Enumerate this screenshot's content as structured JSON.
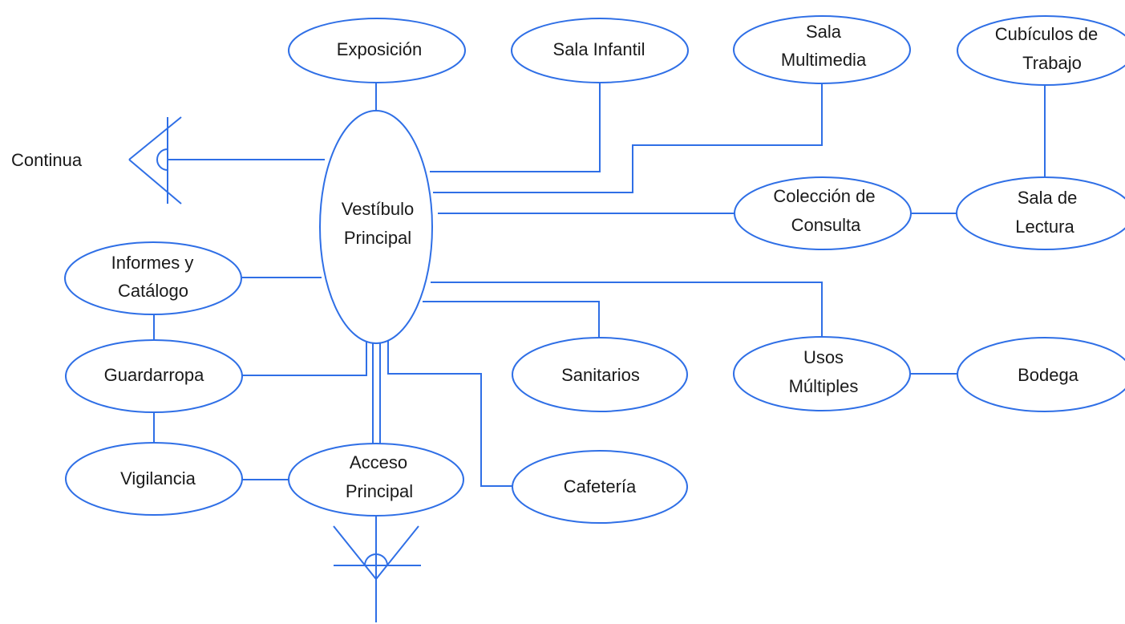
{
  "diagram": {
    "accent_color": "#2f6fe6",
    "text_color": "#1a1a1a",
    "nodes": {
      "exposicion": [
        "Exposición"
      ],
      "sala_infantil": [
        "Sala Infantil"
      ],
      "sala_multimedia": [
        "Sala",
        "Multimedia"
      ],
      "cubiculos": [
        "Cubículos de",
        "Trabajo"
      ],
      "vestibulo": [
        "Vestíbulo",
        "Principal"
      ],
      "coleccion": [
        "Colección de",
        "Consulta"
      ],
      "sala_lectura": [
        "Sala de",
        "Lectura"
      ],
      "informes": [
        "Informes y",
        "Catálogo"
      ],
      "guardarropa": [
        "Guardarropa"
      ],
      "vigilancia": [
        "Vigilancia"
      ],
      "acceso": [
        "Acceso",
        "Principal"
      ],
      "sanitarios": [
        "Sanitarios"
      ],
      "cafeteria": [
        "Cafetería"
      ],
      "usos_multiples": [
        "Usos",
        "Múltiples"
      ],
      "bodega": [
        "Bodega"
      ]
    },
    "continua_label": "Continua"
  }
}
